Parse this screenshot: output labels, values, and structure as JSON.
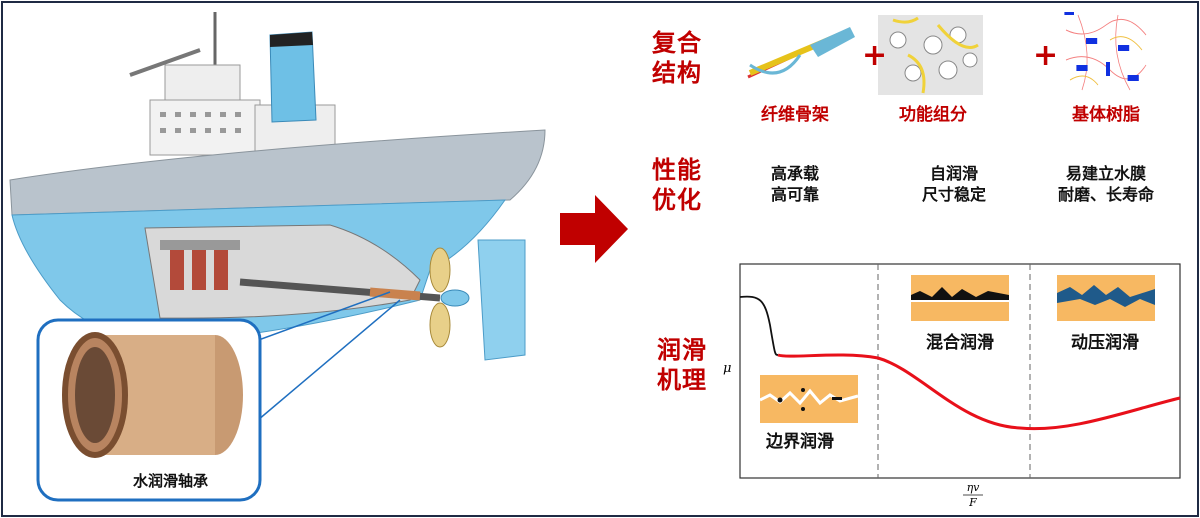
{
  "left": {
    "inset_label": "水润滑轴承"
  },
  "right": {
    "section1_label": [
      "复合",
      "结构"
    ],
    "components": [
      {
        "label": "纤维骨架"
      },
      {
        "label": "功能组分"
      },
      {
        "label": "基体树脂"
      }
    ],
    "plus_symbol": "+",
    "section2_label": [
      "性能",
      "优化"
    ],
    "performance": [
      [
        "高承载",
        "高可靠"
      ],
      [
        "自润滑",
        "尺寸稳定"
      ],
      [
        "易建立水膜",
        "耐磨、长寿命"
      ]
    ],
    "section3_label": [
      "润滑",
      "机理"
    ]
  },
  "chart": {
    "ylabel": "μ",
    "xlabel_num": "ηv",
    "xlabel_den": "F",
    "regimes": [
      "边界润滑",
      "混合润滑",
      "动压润滑"
    ]
  },
  "colors": {
    "accent_red": "#c00000",
    "curve_red": "#e8101a",
    "hull_blue": "#7fc8ea",
    "inset_border": "#1f6fc0",
    "surface_orange": "#f7b862"
  }
}
